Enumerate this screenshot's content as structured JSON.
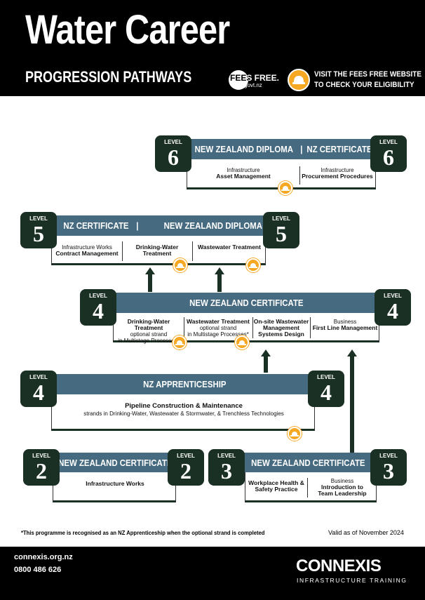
{
  "header": {
    "title": "Water Career",
    "subtitle": "PROGRESSION PATHWAYS",
    "feesfree_brand": "FEES FREE.",
    "feesfree_domain": "govt.nz",
    "visit_line1": "VISIT THE FEES FREE WEBSITE",
    "visit_line2": "TO  CHECK YOUR ELIGIBILITY",
    "icon": "hard-hat-icon"
  },
  "level_word": "LEVEL",
  "tiers": {
    "l6": {
      "level": "6",
      "bar_left": "NEW ZEALAND DIPLOMA",
      "bar_sep": "|",
      "bar_right": "NZ CERTIFICATE",
      "cells": [
        {
          "line1": "Infrastructure",
          "line2": "Asset Management"
        },
        {
          "line1": "Infrastructure",
          "line2": "Procurement Procedures"
        }
      ]
    },
    "l5": {
      "level": "5",
      "bar_left": "NZ CERTIFICATE",
      "bar_sep": "|",
      "bar_right": "NEW ZEALAND DIPLOMA",
      "cells": [
        {
          "line1": "Infrastructure Works",
          "line2": "Contract Management"
        },
        {
          "line1": "Drinking-Water",
          "line2": "Treatment"
        },
        {
          "line1": "",
          "line2": "Wastewater Treatment"
        }
      ]
    },
    "l4a": {
      "level": "4",
      "bar": "NEW ZEALAND CERTIFICATE",
      "cells": [
        {
          "line1": "Drinking-Water Treatment",
          "line2": "optional strand",
          "line3": "in Multistage Processes*"
        },
        {
          "line1": "Wastewater Treatment",
          "line2": "optional strand",
          "line3": "in Multistage Processes*"
        },
        {
          "line1": "On-site Wastewater",
          "line2": "Management",
          "line3": "Systems Design"
        },
        {
          "line1": "Business",
          "line2": "First Line Management"
        }
      ]
    },
    "l4b": {
      "level": "4",
      "bar": "NZ APPRENTICESHIP",
      "line1": "Pipeline Construction  & Maintenance",
      "line2": "strands in Drinking-Water,  Wastewater & Stormwater,  & Trenchless Technologies"
    },
    "l2": {
      "level": "2",
      "bar": "NEW ZEALAND CERTIFICATE",
      "line1": "Infrastructure Works"
    },
    "l3": {
      "level": "3",
      "bar": "NEW ZEALAND CERTIFICATE",
      "cells": [
        {
          "line1": "Workplace Health &",
          "line2": "Safety Practice"
        },
        {
          "line1": "Business",
          "line2": "Introduction to",
          "line3": "Team Leadership"
        }
      ]
    }
  },
  "footnote": "*This programme is recognised as an NZ Apprenticeship when the optional strand is completed",
  "valid": "Valid as of November 2024",
  "footer": {
    "website": "connexis.org.nz",
    "phone": "0800 486 626",
    "logo": "CONNEXIS",
    "logo_sub": "INFRASTRUCTURE TRAINING"
  },
  "colors": {
    "bar": "#466a80",
    "level_badge": "#1b3024",
    "hat": "#f7a823",
    "header_bg": "#000000"
  }
}
